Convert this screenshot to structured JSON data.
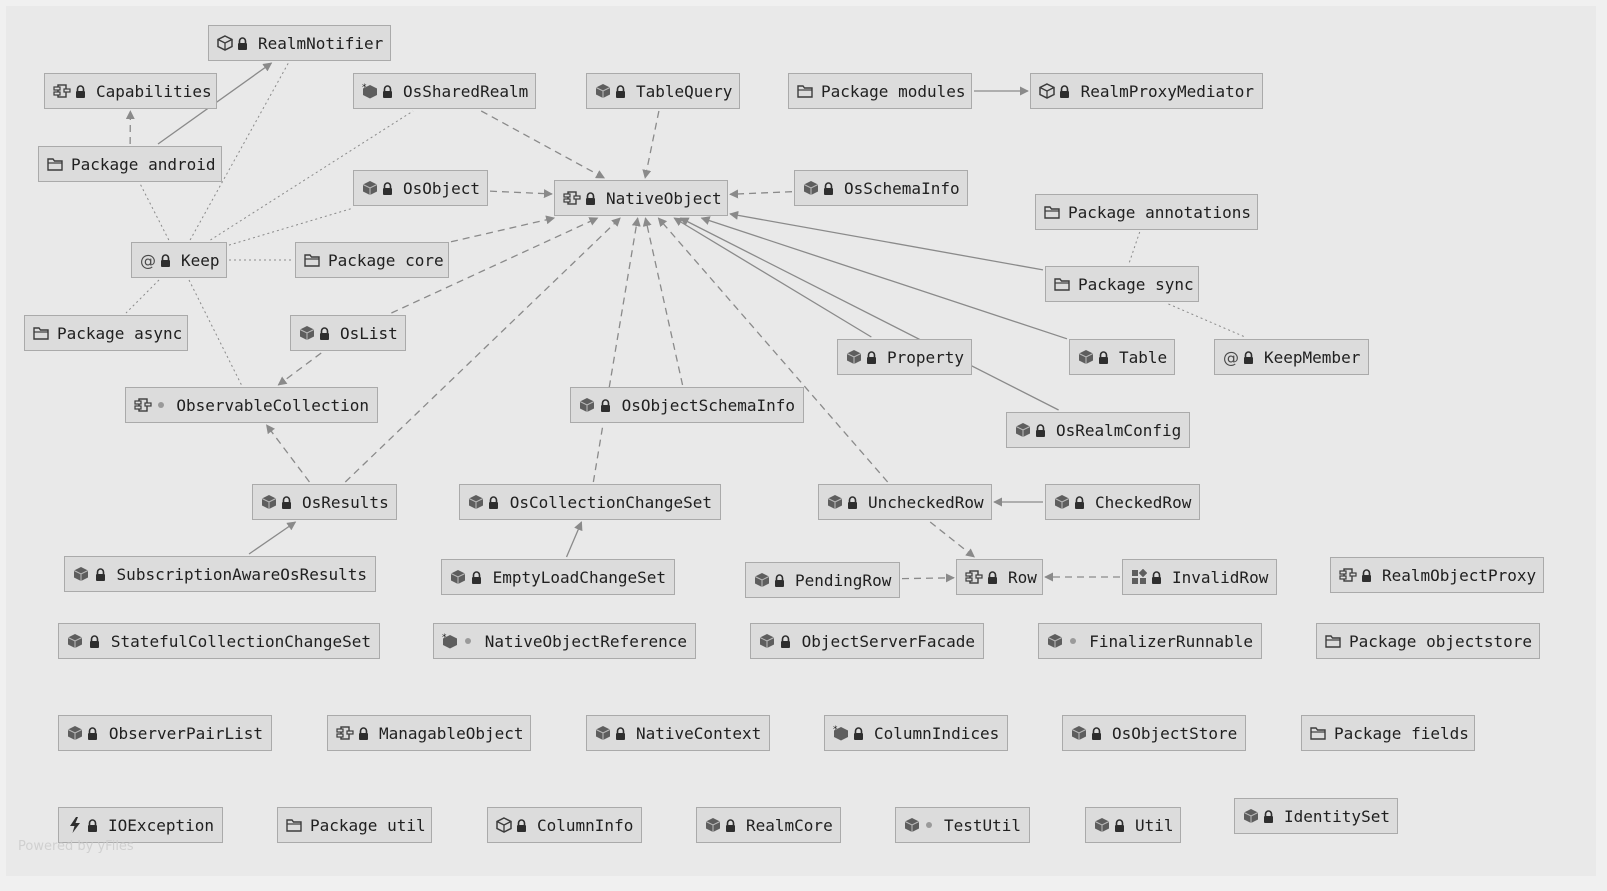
{
  "diagram": {
    "nodes": [
      {
        "id": "RealmNotifier",
        "label": "RealmNotifier",
        "icon": "interface-icon",
        "lock": "lock"
      },
      {
        "id": "Capabilities",
        "label": "Capabilities",
        "icon": "component-icon",
        "lock": "lock"
      },
      {
        "id": "OsSharedRealm",
        "label": "OsSharedRealm",
        "icon": "finalized-class-icon",
        "lock": "lock"
      },
      {
        "id": "TableQuery",
        "label": "TableQuery",
        "icon": "class-icon",
        "lock": "lock"
      },
      {
        "id": "PkgModules",
        "label": "Package modules",
        "icon": "package-icon",
        "lock": "none"
      },
      {
        "id": "RealmProxyMediator",
        "label": "RealmProxyMediator",
        "icon": "interface-icon",
        "lock": "lock"
      },
      {
        "id": "PkgAndroid",
        "label": "Package android",
        "icon": "package-icon",
        "lock": "none"
      },
      {
        "id": "OsObject",
        "label": "OsObject",
        "icon": "class-icon",
        "lock": "lock"
      },
      {
        "id": "NativeObject",
        "label": "NativeObject",
        "icon": "component-icon",
        "lock": "lock"
      },
      {
        "id": "OsSchemaInfo",
        "label": "OsSchemaInfo",
        "icon": "class-icon",
        "lock": "lock"
      },
      {
        "id": "PkgAnnotations",
        "label": "Package annotations",
        "icon": "package-icon",
        "lock": "none"
      },
      {
        "id": "Keep",
        "label": "Keep",
        "icon": "annotation-icon",
        "lock": "lock"
      },
      {
        "id": "PkgCore",
        "label": "Package core",
        "icon": "package-icon",
        "lock": "none"
      },
      {
        "id": "PkgSync",
        "label": "Package sync",
        "icon": "package-icon",
        "lock": "none"
      },
      {
        "id": "PkgAsync",
        "label": "Package async",
        "icon": "package-icon",
        "lock": "none"
      },
      {
        "id": "OsList",
        "label": "OsList",
        "icon": "class-icon",
        "lock": "lock"
      },
      {
        "id": "Property",
        "label": "Property",
        "icon": "class-icon",
        "lock": "lock"
      },
      {
        "id": "Table",
        "label": "Table",
        "icon": "class-icon",
        "lock": "lock"
      },
      {
        "id": "KeepMember",
        "label": "KeepMember",
        "icon": "annotation-icon",
        "lock": "lock"
      },
      {
        "id": "ObservableCollection",
        "label": "ObservableCollection",
        "icon": "component-icon",
        "lock": "dot"
      },
      {
        "id": "OsObjectSchemaInfo",
        "label": "OsObjectSchemaInfo",
        "icon": "class-icon",
        "lock": "lock"
      },
      {
        "id": "OsRealmConfig",
        "label": "OsRealmConfig",
        "icon": "class-icon",
        "lock": "lock"
      },
      {
        "id": "OsResults",
        "label": "OsResults",
        "icon": "class-icon",
        "lock": "lock"
      },
      {
        "id": "OsCollectionChangeSet",
        "label": "OsCollectionChangeSet",
        "icon": "class-icon",
        "lock": "lock"
      },
      {
        "id": "UncheckedRow",
        "label": "UncheckedRow",
        "icon": "class-icon",
        "lock": "lock"
      },
      {
        "id": "CheckedRow",
        "label": "CheckedRow",
        "icon": "class-icon",
        "lock": "lock"
      },
      {
        "id": "SubscriptionAwareOsResults",
        "label": "SubscriptionAwareOsResults",
        "icon": "class-icon",
        "lock": "lock"
      },
      {
        "id": "EmptyLoadChangeSet",
        "label": "EmptyLoadChangeSet",
        "icon": "class-icon",
        "lock": "lock"
      },
      {
        "id": "PendingRow",
        "label": "PendingRow",
        "icon": "class-icon",
        "lock": "lock"
      },
      {
        "id": "Row",
        "label": "Row",
        "icon": "component-icon",
        "lock": "lock"
      },
      {
        "id": "InvalidRow",
        "label": "InvalidRow",
        "icon": "enum-icon",
        "lock": "lock"
      },
      {
        "id": "RealmObjectProxy",
        "label": "RealmObjectProxy",
        "icon": "component-icon",
        "lock": "lock"
      },
      {
        "id": "StatefulCollectionChangeSet",
        "label": "StatefulCollectionChangeSet",
        "icon": "class-icon",
        "lock": "lock"
      },
      {
        "id": "NativeObjectReference",
        "label": "NativeObjectReference",
        "icon": "finalized-class-icon",
        "lock": "dot"
      },
      {
        "id": "ObjectServerFacade",
        "label": "ObjectServerFacade",
        "icon": "class-icon",
        "lock": "lock"
      },
      {
        "id": "FinalizerRunnable",
        "label": "FinalizerRunnable",
        "icon": "class-icon",
        "lock": "dot"
      },
      {
        "id": "PkgObjectstore",
        "label": "Package objectstore",
        "icon": "package-icon",
        "lock": "none"
      },
      {
        "id": "ObserverPairList",
        "label": "ObserverPairList",
        "icon": "class-icon",
        "lock": "lock"
      },
      {
        "id": "ManagableObject",
        "label": "ManagableObject",
        "icon": "component-icon",
        "lock": "lock"
      },
      {
        "id": "NativeContext",
        "label": "NativeContext",
        "icon": "class-icon",
        "lock": "lock"
      },
      {
        "id": "ColumnIndices",
        "label": "ColumnIndices",
        "icon": "finalized-class-icon",
        "lock": "lock"
      },
      {
        "id": "OsObjectStore",
        "label": "OsObjectStore",
        "icon": "class-icon",
        "lock": "lock"
      },
      {
        "id": "PkgFields",
        "label": "Package fields",
        "icon": "package-icon",
        "lock": "none"
      },
      {
        "id": "IOException",
        "label": "IOException",
        "icon": "exception-icon",
        "lock": "lock"
      },
      {
        "id": "PkgUtil",
        "label": "Package util",
        "icon": "package-icon",
        "lock": "none"
      },
      {
        "id": "ColumnInfo",
        "label": "ColumnInfo",
        "icon": "interface-icon",
        "lock": "lock"
      },
      {
        "id": "RealmCore",
        "label": "RealmCore",
        "icon": "class-icon",
        "lock": "lock"
      },
      {
        "id": "TestUtil",
        "label": "TestUtil",
        "icon": "class-icon",
        "lock": "dot"
      },
      {
        "id": "Util",
        "label": "Util",
        "icon": "class-icon",
        "lock": "lock"
      },
      {
        "id": "IdentitySet",
        "label": "IdentitySet",
        "icon": "class-icon",
        "lock": "lock"
      }
    ],
    "edges": [
      {
        "from": "OsSharedRealm",
        "to": "NativeObject",
        "style": "dashed"
      },
      {
        "from": "TableQuery",
        "to": "NativeObject",
        "style": "dashed"
      },
      {
        "from": "OsObject",
        "to": "NativeObject",
        "style": "dashed"
      },
      {
        "from": "OsSchemaInfo",
        "to": "NativeObject",
        "style": "dashed"
      },
      {
        "from": "PkgCore",
        "to": "NativeObject",
        "style": "dashed"
      },
      {
        "from": "OsList",
        "to": "NativeObject",
        "style": "dashed"
      },
      {
        "from": "OsResults",
        "to": "NativeObject",
        "style": "dashed"
      },
      {
        "from": "OsCollectionChangeSet",
        "to": "NativeObject",
        "style": "dashed"
      },
      {
        "from": "OsObjectSchemaInfo",
        "to": "NativeObject",
        "style": "dashed"
      },
      {
        "from": "UncheckedRow",
        "to": "NativeObject",
        "style": "dashed"
      },
      {
        "from": "Property",
        "to": "NativeObject",
        "style": "solid"
      },
      {
        "from": "Table",
        "to": "NativeObject",
        "style": "solid"
      },
      {
        "from": "OsRealmConfig",
        "to": "NativeObject",
        "style": "solid"
      },
      {
        "from": "PkgSync",
        "to": "NativeObject",
        "style": "solid"
      },
      {
        "from": "PkgModules",
        "to": "RealmProxyMediator",
        "style": "solid"
      },
      {
        "from": "PkgAndroid",
        "to": "Capabilities",
        "style": "dashed"
      },
      {
        "from": "PkgAndroid",
        "to": "RealmNotifier",
        "style": "solid"
      },
      {
        "from": "OsList",
        "to": "ObservableCollection",
        "style": "dashed"
      },
      {
        "from": "OsResults",
        "to": "ObservableCollection",
        "style": "dashed"
      },
      {
        "from": "SubscriptionAwareOsResults",
        "to": "OsResults",
        "style": "solid"
      },
      {
        "from": "EmptyLoadChangeSet",
        "to": "OsCollectionChangeSet",
        "style": "solid"
      },
      {
        "from": "CheckedRow",
        "to": "UncheckedRow",
        "style": "solid"
      },
      {
        "from": "UncheckedRow",
        "to": "Row",
        "style": "dashed"
      },
      {
        "from": "PendingRow",
        "to": "Row",
        "style": "dashed"
      },
      {
        "from": "InvalidRow",
        "to": "Row",
        "style": "dashed"
      },
      {
        "from": "Keep",
        "to": "RealmNotifier",
        "style": "dotted"
      },
      {
        "from": "Keep",
        "to": "OsSharedRealm",
        "style": "dotted"
      },
      {
        "from": "Keep",
        "to": "OsObject",
        "style": "dotted"
      },
      {
        "from": "Keep",
        "to": "PkgCore",
        "style": "dotted"
      },
      {
        "from": "Keep",
        "to": "PkgAndroid",
        "style": "dotted"
      },
      {
        "from": "Keep",
        "to": "PkgAsync",
        "style": "dotted"
      },
      {
        "from": "Keep",
        "to": "ObservableCollection",
        "style": "dotted"
      },
      {
        "from": "PkgAnnotations",
        "to": "PkgSync",
        "style": "dotted"
      },
      {
        "from": "PkgSync",
        "to": "KeepMember",
        "style": "dotted"
      }
    ]
  },
  "footer": {
    "watermark": "Powered by yFiles"
  },
  "colors": {
    "node_fill": "#dcdcdc",
    "node_border": "#aaaaaa",
    "edge": "#8a8a8a",
    "background": "#e9e9e9"
  }
}
